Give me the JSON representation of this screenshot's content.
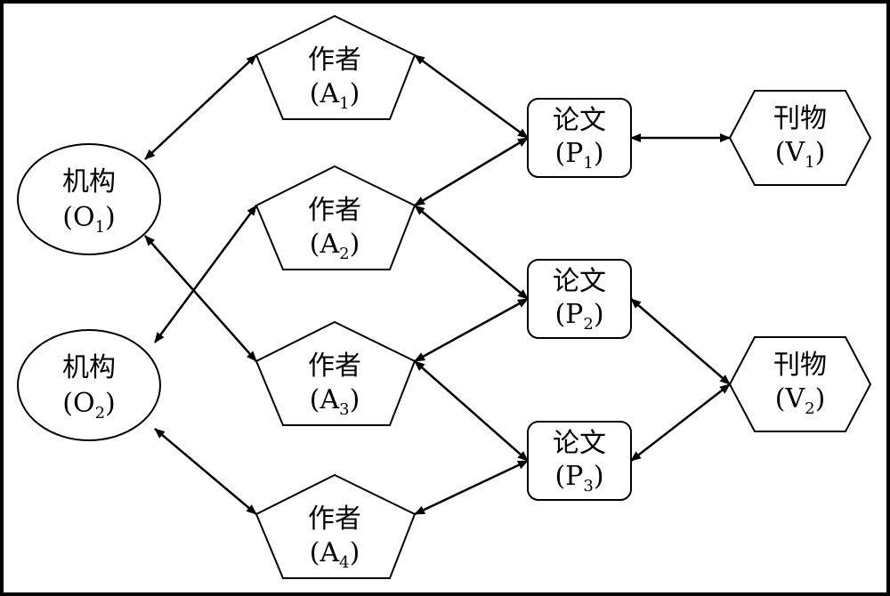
{
  "nodes": {
    "O1": {
      "line1": "机构",
      "open": "(",
      "letter": "O",
      "sub": "1",
      "close": ")"
    },
    "O2": {
      "line1": "机构",
      "open": "(",
      "letter": "O",
      "sub": "2",
      "close": ")"
    },
    "A1": {
      "line1": "作者",
      "open": "(",
      "letter": "A",
      "sub": "1",
      "close": ")"
    },
    "A2": {
      "line1": "作者",
      "open": "(",
      "letter": "A",
      "sub": "2",
      "close": ")"
    },
    "A3": {
      "line1": "作者",
      "open": "(",
      "letter": "A",
      "sub": "3",
      "close": ")"
    },
    "A4": {
      "line1": "作者",
      "open": "(",
      "letter": "A",
      "sub": "4",
      "close": ")"
    },
    "P1": {
      "line1": "论文",
      "open": "(",
      "letter": "P",
      "sub": "1",
      "close": ")"
    },
    "P2": {
      "line1": "论文",
      "open": "(",
      "letter": "P",
      "sub": "2",
      "close": ")"
    },
    "P3": {
      "line1": "论文",
      "open": "(",
      "letter": "P",
      "sub": "3",
      "close": ")"
    },
    "V1": {
      "line1": "刊物",
      "open": "(",
      "letter": "V",
      "sub": "1",
      "close": ")"
    },
    "V2": {
      "line1": "刊物",
      "open": "(",
      "letter": "V",
      "sub": "2",
      "close": ")"
    }
  },
  "edges": [
    {
      "from": "O1",
      "to": "A1"
    },
    {
      "from": "O1",
      "to": "A3"
    },
    {
      "from": "O2",
      "to": "A2"
    },
    {
      "from": "O2",
      "to": "A4"
    },
    {
      "from": "A1",
      "to": "P1"
    },
    {
      "from": "A2",
      "to": "P1"
    },
    {
      "from": "A2",
      "to": "P2"
    },
    {
      "from": "A3",
      "to": "P2"
    },
    {
      "from": "A3",
      "to": "P3"
    },
    {
      "from": "A4",
      "to": "P3"
    },
    {
      "from": "P1",
      "to": "V1"
    },
    {
      "from": "P2",
      "to": "V2"
    },
    {
      "from": "P3",
      "to": "V2"
    }
  ]
}
